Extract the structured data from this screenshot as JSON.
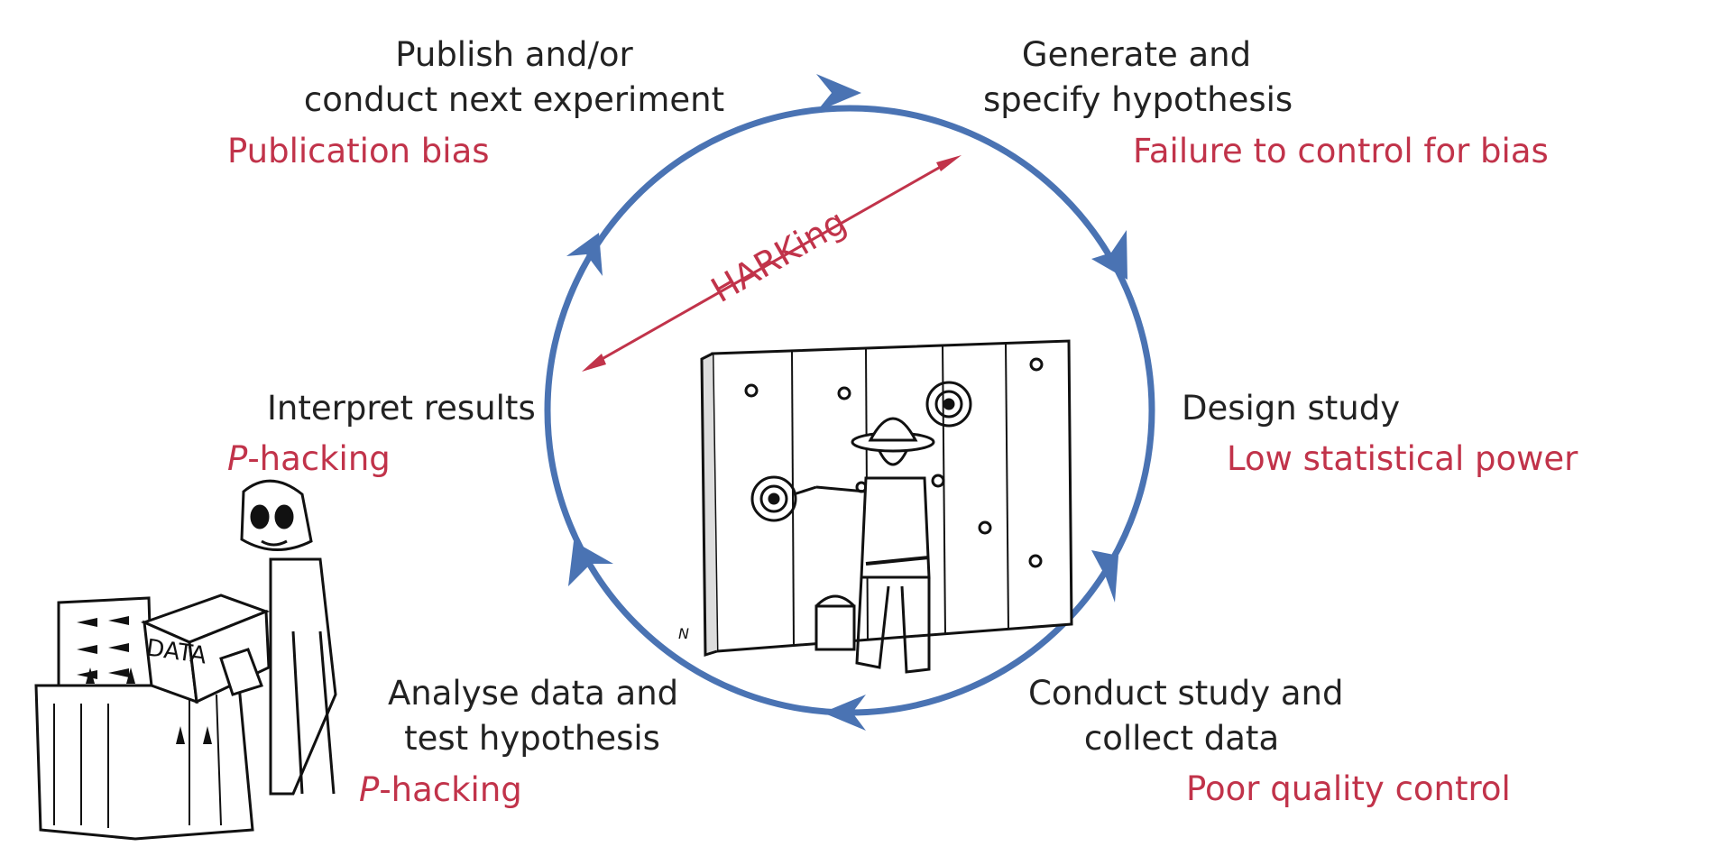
{
  "colors": {
    "cycle": "#4a73b3",
    "risk": "#c1334a",
    "text": "#222222",
    "ink": "#111111"
  },
  "steps": {
    "generate": {
      "line1": "Generate and",
      "line2": "specify hypothesis",
      "risk": "Failure to control for bias"
    },
    "design": {
      "line1": "Design study",
      "risk": "Low statistical power"
    },
    "conduct": {
      "line1": "Conduct study and",
      "line2": "collect data",
      "risk": "Poor quality control"
    },
    "analyse": {
      "line1": "Analyse data and",
      "line2": "test hypothesis",
      "risk_p": "P",
      "risk_rest": "-hacking"
    },
    "interpret": {
      "line1": "Interpret results",
      "risk_p": "P",
      "risk_rest": "-hacking"
    },
    "publish": {
      "line1": "Publish and/or",
      "line2": "conduct next experiment",
      "risk": "Publication bias"
    }
  },
  "harking": "HARKing",
  "illustrations": {
    "data_box": "DATA",
    "signature": "N"
  },
  "icons": {
    "cycle_arrow": "arrowhead-icon",
    "harking_arrow": "double-arrow-icon"
  }
}
